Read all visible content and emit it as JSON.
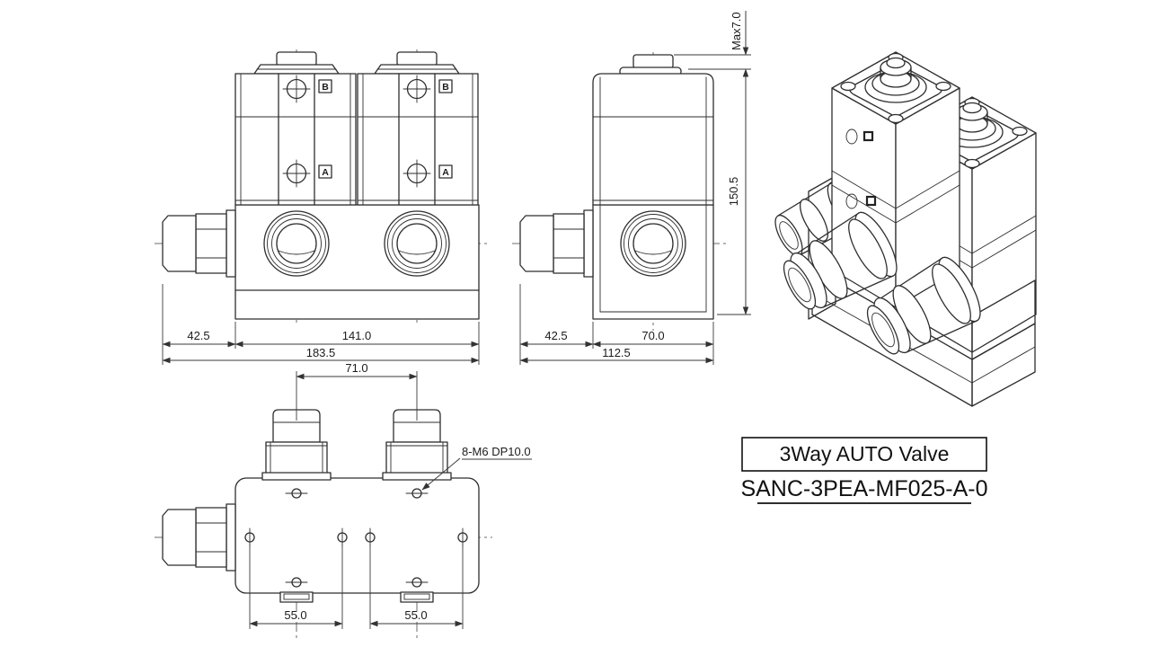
{
  "title_block": {
    "title": "3Way AUTO Valve",
    "part_number": "SANC-3PEA-MF025-A-0"
  },
  "front_view": {
    "valves": [
      {
        "port_b": "B",
        "port_a": "A"
      },
      {
        "port_b": "B",
        "port_a": "A"
      }
    ],
    "dim_offset": "42.5",
    "dim_body_width": "141.0",
    "dim_total_width": "183.5"
  },
  "side_view": {
    "dim_offset": "42.5",
    "dim_body_width": "70.0",
    "dim_total_width": "112.5",
    "dim_height": "150.5",
    "dim_cap_travel": "Max7.0"
  },
  "top_view": {
    "dim_port_spacing": "71.0",
    "dim_hole_spacing_left": "55.0",
    "dim_hole_spacing_right": "55.0",
    "thread_callout": "8-M6 DP10.0"
  }
}
